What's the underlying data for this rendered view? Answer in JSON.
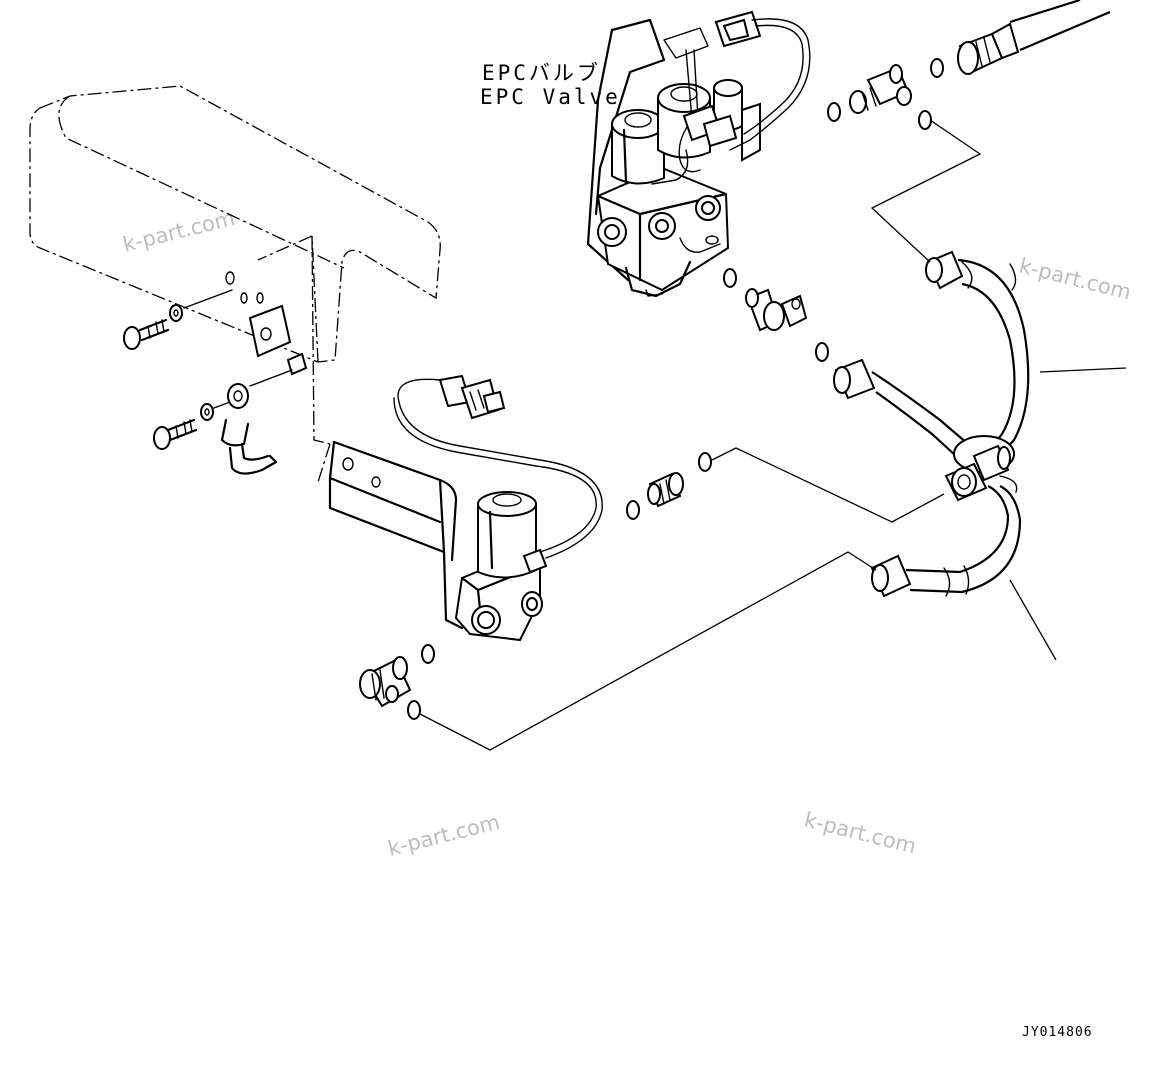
{
  "labels": {
    "epc_valve_jp": "EPCバルブ",
    "epc_valve_en": "EPC Valve"
  },
  "drawing_code": "JY014806",
  "watermarks": [
    "k-part.com",
    "k-part.com",
    "k-part.com",
    "k-part.com"
  ],
  "colors": {
    "line": "#000000",
    "background": "#ffffff",
    "watermark": "#bdbdbd"
  }
}
